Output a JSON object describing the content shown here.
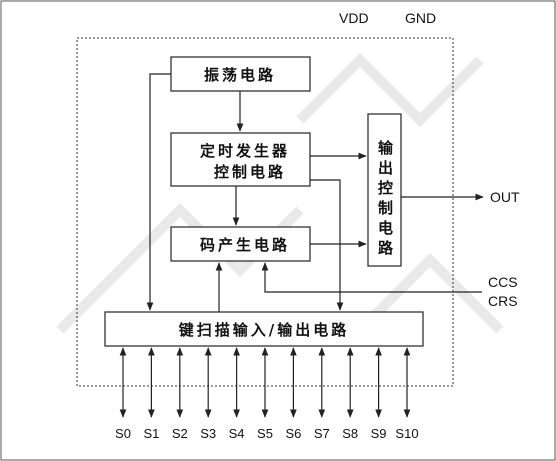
{
  "power": {
    "vdd": "VDD",
    "gnd": "GND"
  },
  "blocks": {
    "oscillator": "振荡电路",
    "timing_line1": "定时发生器",
    "timing_line2": "控制电路",
    "code_gen": "码产生电路",
    "output_ctrl": "输出控制电路",
    "key_scan": "键扫描输入/输出电路"
  },
  "signals": {
    "out": "OUT",
    "ccs": "CCS",
    "crs": "CRS"
  },
  "pins": [
    "S0",
    "S1",
    "S2",
    "S3",
    "S4",
    "S5",
    "S6",
    "S7",
    "S8",
    "S9",
    "S10"
  ]
}
